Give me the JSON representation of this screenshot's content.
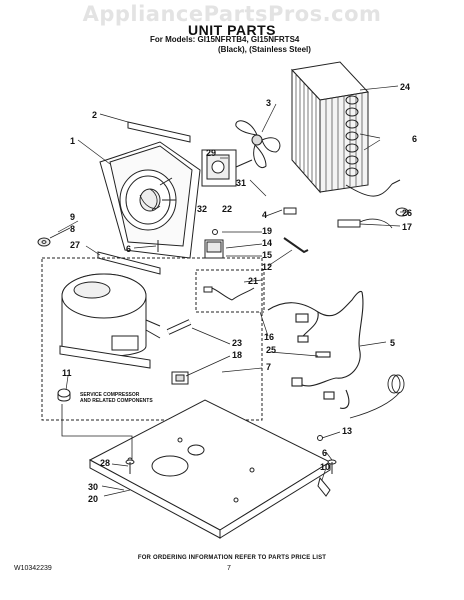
{
  "watermark": "AppliancePartsPros.com",
  "title": "UNIT PARTS",
  "models_line1": "For Models: GI15NFRTB4, GI15NFRTS4",
  "models_line2": "(Black),   (Stainless Steel)",
  "compressor_note_line1": "SERVICE COMPRESSOR",
  "compressor_note_line2": "AND RELATED COMPONENTS",
  "footer_note": "FOR ORDERING INFORMATION REFER TO PARTS PRICE LIST",
  "document_number": "W10342239",
  "page_number": "7",
  "callouts": {
    "c1": "1",
    "c2": "2",
    "c3": "3",
    "c4": "4",
    "c5": "5",
    "c6a": "6",
    "c6b": "6",
    "c6c": "6",
    "c7": "7",
    "c8": "8",
    "c9": "9",
    "c10": "10",
    "c11": "11",
    "c12": "12",
    "c13": "13",
    "c14": "14",
    "c15": "15",
    "c16": "16",
    "c17": "17",
    "c18": "18",
    "c19": "19",
    "c20": "20",
    "c21": "21",
    "c22": "22",
    "c23": "23",
    "c24": "24",
    "c25": "25",
    "c26": "26",
    "c27": "27",
    "c28": "28",
    "c29": "29",
    "c30": "30",
    "c31": "31",
    "c32": "32"
  }
}
